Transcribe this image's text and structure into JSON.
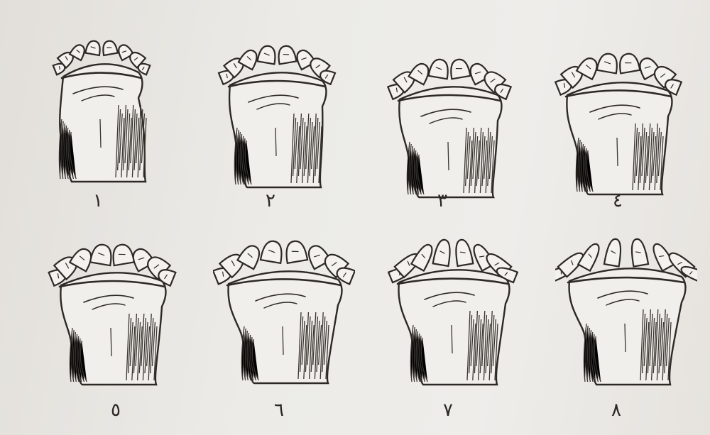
{
  "figure": {
    "jaws": [
      {
        "number": "١",
        "teeth_visible": 8,
        "style": "small-even"
      },
      {
        "number": "٢",
        "teeth_visible": 8,
        "style": "medium"
      },
      {
        "number": "٣",
        "teeth_visible": 8,
        "style": "broad-center"
      },
      {
        "number": "٤",
        "teeth_visible": 8,
        "style": "worn"
      },
      {
        "number": "٥",
        "teeth_visible": 8,
        "style": "worn-wide"
      },
      {
        "number": "٦",
        "teeth_visible": 8,
        "style": "worn-splayed"
      },
      {
        "number": "٧",
        "teeth_visible": 8,
        "style": "narrow-long"
      },
      {
        "number": "٨",
        "teeth_visible": 8,
        "style": "splayed-old"
      }
    ]
  }
}
